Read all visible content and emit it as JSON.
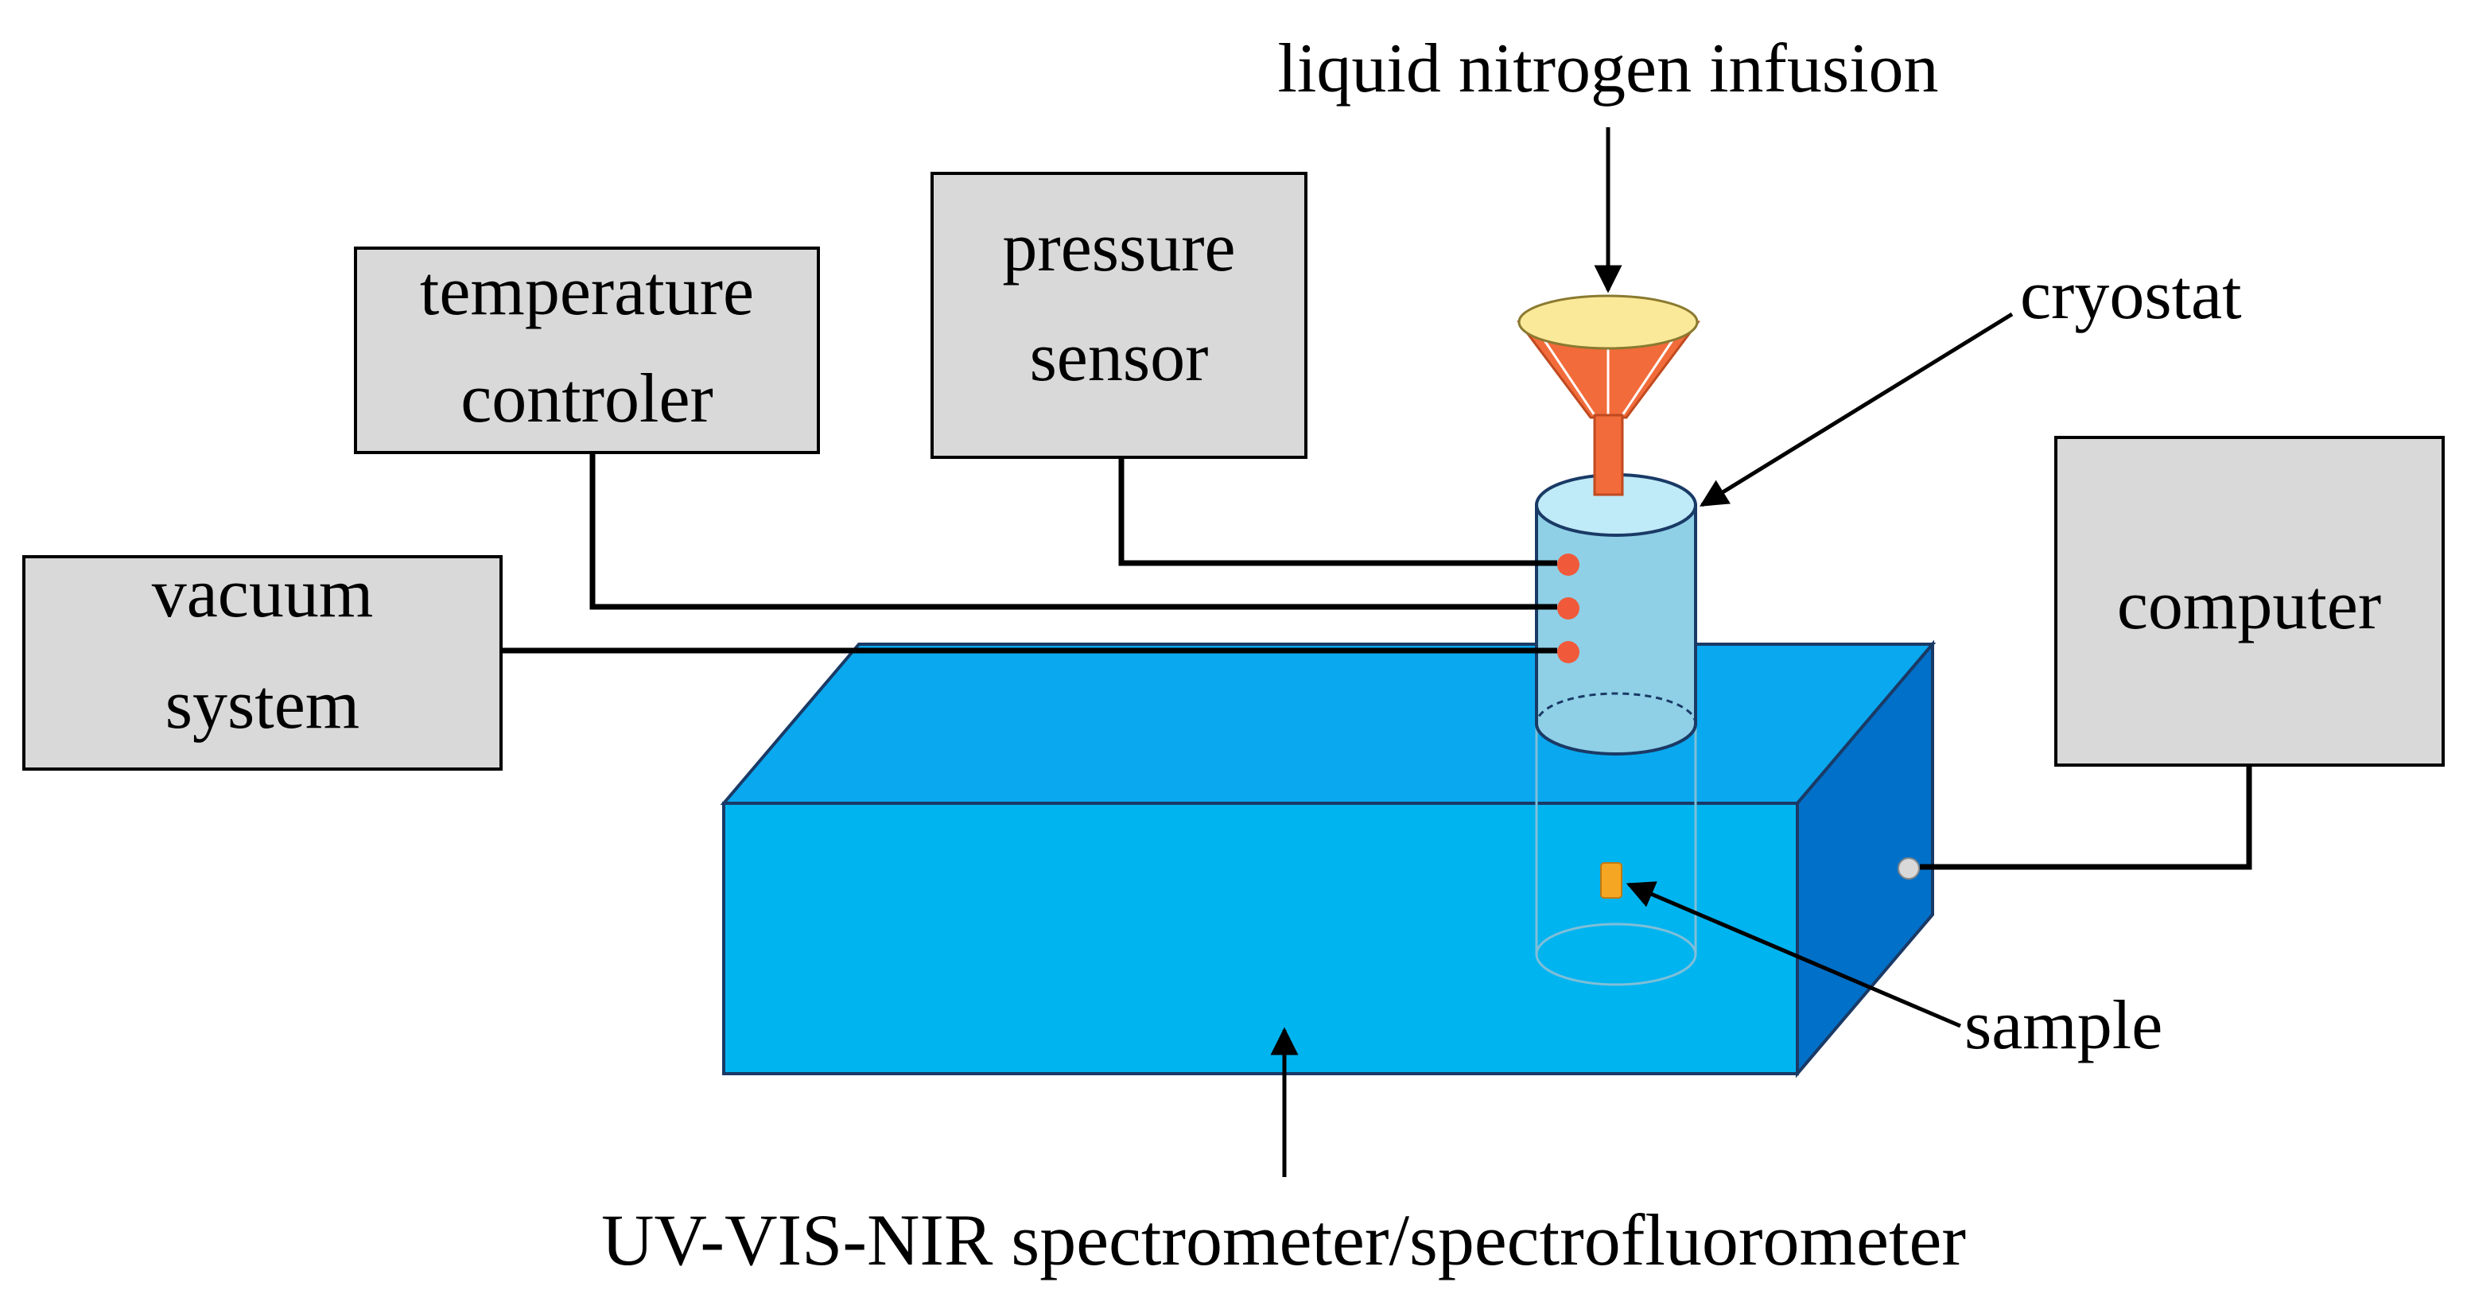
{
  "labels": {
    "infusion": "liquid nitrogen infusion",
    "cryostat": "cryostat",
    "sample": "sample",
    "spectrometer": "UV-VIS-NIR spectrometer/spectrofluorometer"
  },
  "boxes": {
    "temperature_controller": {
      "line1": "temperature",
      "line2": "controler"
    },
    "pressure_sensor": {
      "line1": "pressure",
      "line2": "sensor"
    },
    "vacuum_system": {
      "line1": "vacuum",
      "line2": "system"
    },
    "computer": {
      "line1": "computer"
    }
  },
  "colors": {
    "box_fill": "#d9d9d9",
    "spectrometer_front": "#00b4f0",
    "spectrometer_top": "#0aa8ef",
    "spectrometer_side": "#0070c8",
    "cryostat_body": "#8fd0e6",
    "cryostat_top": "#bfeaf7",
    "funnel": "#f26b3a",
    "funnel_top": "#fbe99a",
    "port": "#f05a3a",
    "sample": "#f5a623"
  }
}
